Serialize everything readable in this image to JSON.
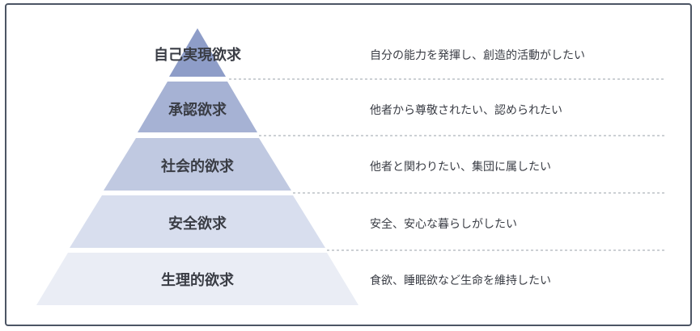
{
  "levels": [
    {
      "label": "自己実現欲求",
      "description": "自分の能力を発揮し、創造的活動がしたい",
      "color": "#8e9dc8"
    },
    {
      "label": "承認欲求",
      "description": "他者から尊敬されたい、認められたい",
      "color": "#a6b2d4"
    },
    {
      "label": "社会的欲求",
      "description": "他者と関わりたい、集団に属したい",
      "color": "#c0c9e1"
    },
    {
      "label": "安全欲求",
      "description": "安全、安心な暮らしがしたい",
      "color": "#d8deee"
    },
    {
      "label": "生理的欲求",
      "description": "食欲、睡眠欲など生命を維持したい",
      "color": "#eaedf5"
    }
  ]
}
